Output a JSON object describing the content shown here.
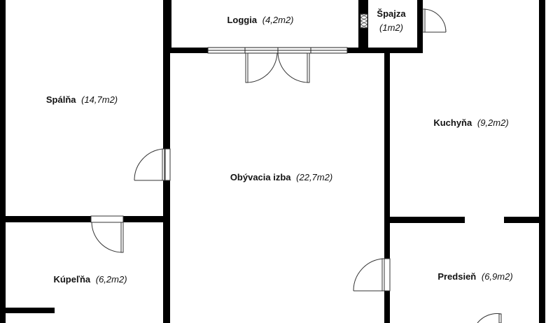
{
  "rooms": {
    "loggia": {
      "name": "Loggia",
      "area": "(4,2m2)"
    },
    "spajza": {
      "name": "Špajza",
      "area": "(1m2)"
    },
    "spalna": {
      "name": "Spálňa",
      "area": "(14,7m2)"
    },
    "kuchyna": {
      "name": "Kuchyňa",
      "area": "(9,2m2)"
    },
    "obyvacia": {
      "name": "Obývacia izba",
      "area": "(22,7m2)"
    },
    "kupelna": {
      "name": "Kúpeľňa",
      "area": "(6,2m2)"
    },
    "predsien": {
      "name": "Predsieň",
      "area": "(6,9m2)"
    }
  }
}
